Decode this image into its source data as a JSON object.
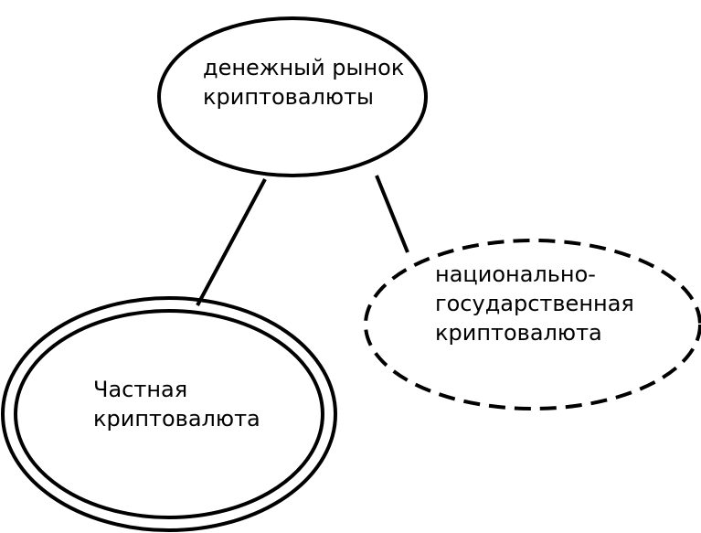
{
  "nodes": {
    "money_market": [
      "денежный рынок",
      "криптовалюты"
    ],
    "national": [
      "национально-",
      "государственная",
      "криптовалюта"
    ],
    "private": [
      "Частная",
      "криптовалюта"
    ]
  },
  "colors": {
    "stroke": "#000000",
    "background": "#ffffff"
  }
}
